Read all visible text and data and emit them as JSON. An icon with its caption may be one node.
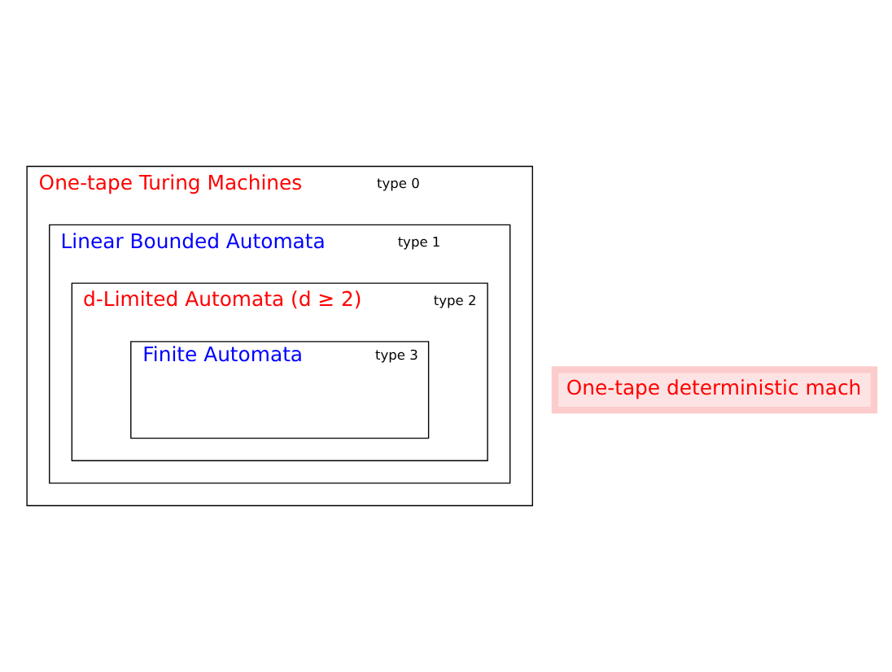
{
  "diagram": {
    "nodes": [
      {
        "text": [
          "One-tape Turing Machines",
          "type 0"
        ]
      },
      {
        "text": [
          "Linear Bounded Automata",
          "type 1"
        ],
        "in": 0
      },
      {
        "text": [
          "d-Limited Automata (d ≥ 2)",
          "type 2"
        ],
        "in": 1
      },
      {
        "text": [
          "Finite Automata",
          "type 3"
        ],
        "in": 2
      },
      {
        "text": [
          "One-tape deterministic mach"
        ]
      }
    ]
  }
}
